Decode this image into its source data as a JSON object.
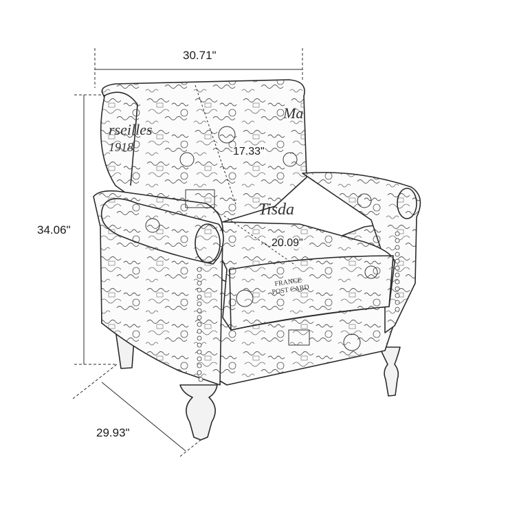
{
  "dimensions": {
    "width": "30.71\"",
    "height": "34.06\"",
    "depth": "29.93\"",
    "back_height": "17.33\"",
    "seat_depth": "20.09\""
  },
  "colors": {
    "line": "#2a2a2a",
    "pattern_ink": "#444444",
    "fabric": "#fbfbfb",
    "leg": "#f2f2f2"
  },
  "pattern_text": [
    "rseilles",
    "1918",
    "Ma",
    "Tisda",
    "POST CARD",
    "FRANCE"
  ]
}
